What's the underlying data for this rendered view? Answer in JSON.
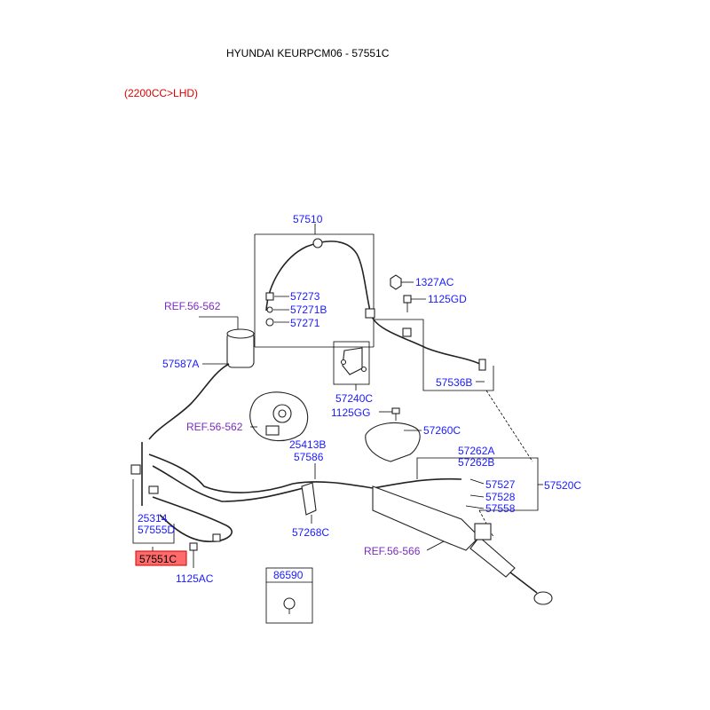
{
  "header": {
    "title": "HYUNDAI KEURPCM06 - 57551C",
    "subtitle": "(2200CC>LHD)"
  },
  "colors": {
    "part_label": "#1a1aff",
    "ref_label": "#7a2bbf",
    "subtitle": "#e00000",
    "highlight": "#ff6b6b"
  },
  "labels": {
    "p57510": "57510",
    "p57273": "57273",
    "p57271B": "57271B",
    "p57271": "57271",
    "p1327AC": "1327AC",
    "p1125GD": "1125GD",
    "ref_56_562_top": "REF.56-562",
    "p57587A": "57587A",
    "p57536B": "57536B",
    "p57240C": "57240C",
    "p1125GG": "1125GG",
    "ref_56_562_pump": "REF.56-562",
    "p57260C": "57260C",
    "p25413B": "25413B",
    "p57586": "57586",
    "p57262A": "57262A",
    "p57262B": "57262B",
    "p57527": "57527",
    "p57520C": "57520C",
    "p57528": "57528",
    "p57558": "57558",
    "p25314": "25314",
    "p57555D": "57555D",
    "p57268C": "57268C",
    "ref_56_566": "REF.56-566",
    "p57551C": "57551C",
    "p1125AC": "1125AC",
    "p86590": "86590"
  }
}
